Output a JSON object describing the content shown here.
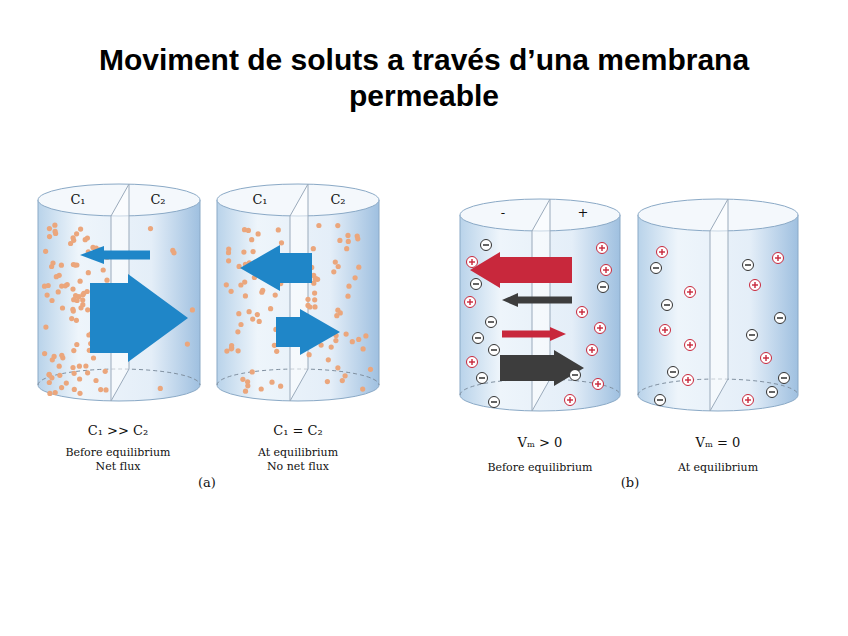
{
  "diagram": {
    "title": "Moviment de soluts a través d’una membrana permeable",
    "labels": [
      "C₁",
      "C₂",
      "C₁",
      "C₂",
      "C₁ >> C₂",
      "Before equilibrium",
      "Net flux",
      "(a)",
      "C₁ = C₂",
      "At equilibrium",
      "No net flux",
      "-",
      "+",
      "Vₘ > 0",
      "Before equilibrium",
      "Vₘ = 0",
      "At equilibrium",
      "(b)"
    ]
  }
}
